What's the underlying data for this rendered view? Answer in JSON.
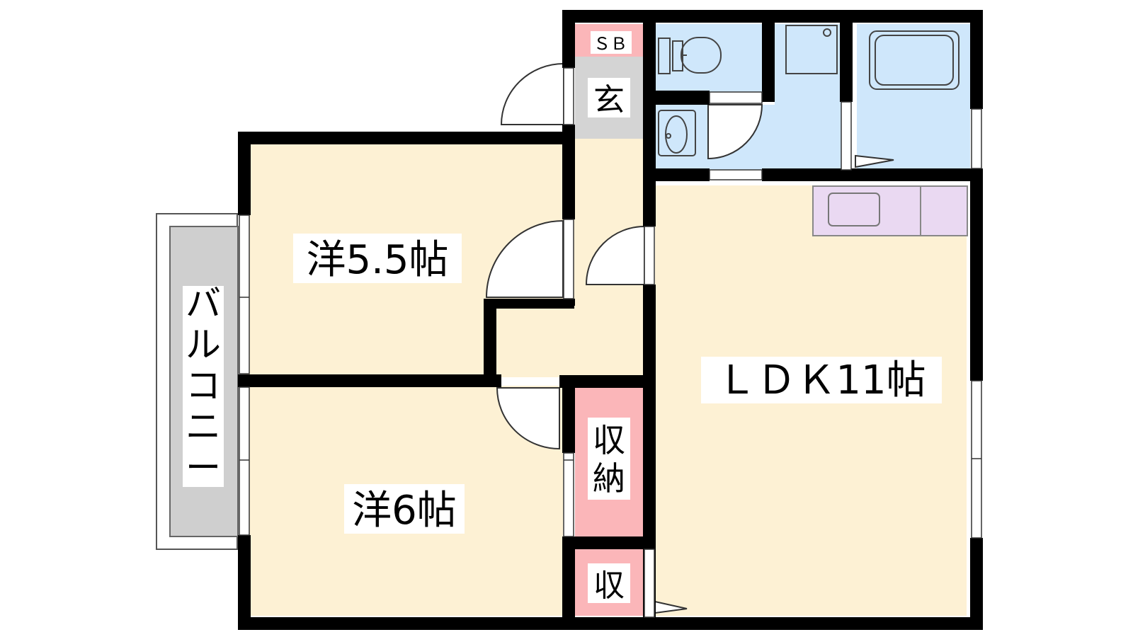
{
  "rooms": {
    "western_room_1": "洋5.5帖",
    "western_room_2": "洋6帖",
    "ldk": "ＬＤＫ11帖",
    "entrance": "玄",
    "shoe_box": "ＳＢ",
    "closet": "収納",
    "storage": "収",
    "balcony": "バルコニー"
  },
  "colors": {
    "room_fill": "#fdf1d4",
    "water_area": "#cfe7fb",
    "storage_fill": "#fbb6b9",
    "entrance_fill": "#d4d4d4",
    "balcony_fill": "#cfcfcf",
    "kitchen_fill": "#ead9f2",
    "wall": "#000000"
  }
}
